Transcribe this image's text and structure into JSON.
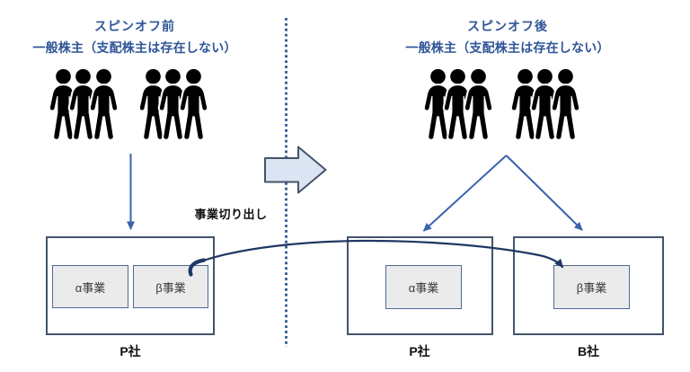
{
  "before": {
    "title": "スピンオフ前",
    "subtitle": "一般株主（支配株主は存在しない）",
    "company": {
      "name": "P社",
      "businesses": [
        "α事業",
        "β事業"
      ]
    },
    "shareholder_groups": 2,
    "people_per_group": 3
  },
  "after": {
    "title": "スピンオフ後",
    "subtitle": "一般株主（支配株主は存在しない）",
    "companies": [
      {
        "name": "P社",
        "businesses": [
          "α事業"
        ]
      },
      {
        "name": "B社",
        "businesses": [
          "β事業"
        ]
      }
    ],
    "shareholder_groups": 2,
    "people_per_group": 3
  },
  "carveout_label": "事業切り出し",
  "icons": {
    "shareholders": "people-group-icon",
    "transition": "block-arrow-right-icon"
  },
  "colors": {
    "heading_blue": "#2E5597",
    "arrow_blue": "#3A62AD",
    "connector_navy": "#1F3864",
    "outer_box_border": "#44546A",
    "inner_box_border": "#4F6899",
    "inner_box_fill": "#EBEBEB",
    "block_arrow_fill": "#DBE4F2",
    "divider_dot_blue": "#2E5597",
    "people_black": "#000000",
    "label_black": "#111111"
  }
}
